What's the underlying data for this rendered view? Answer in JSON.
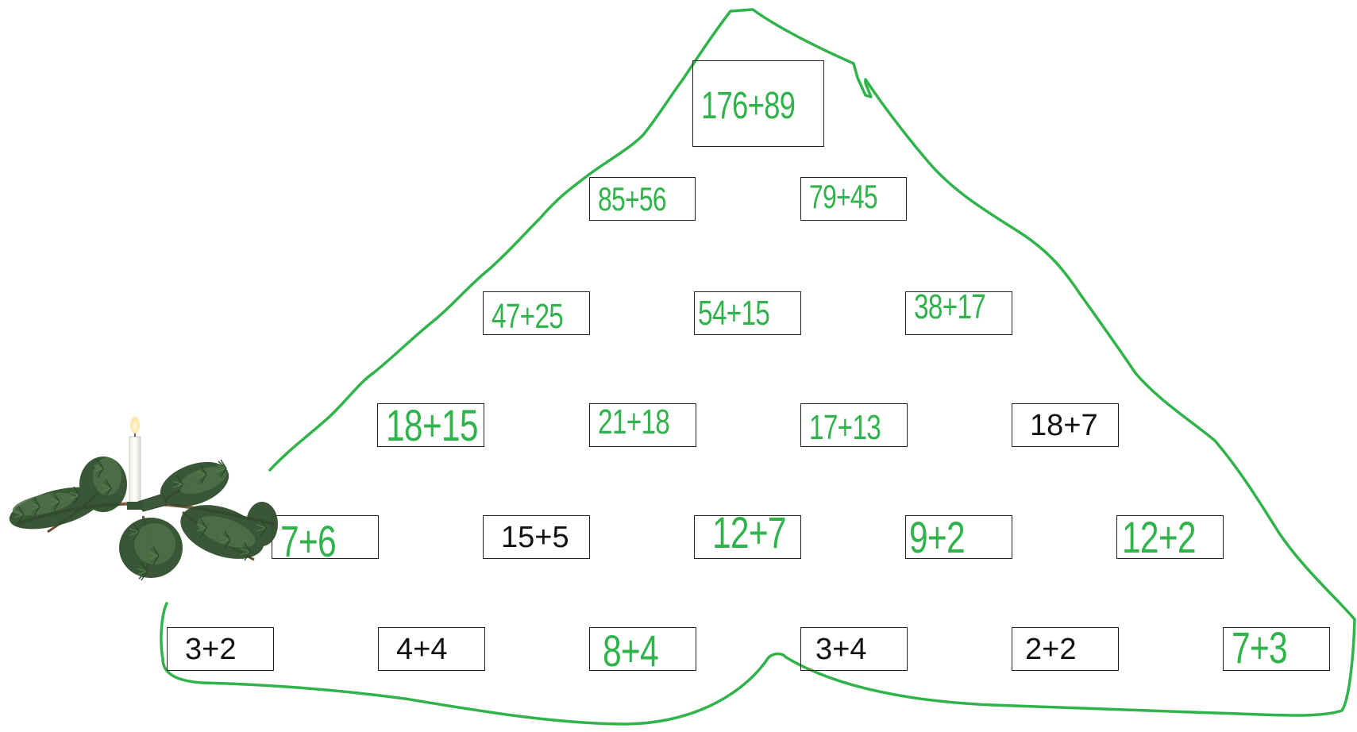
{
  "colors": {
    "green": "#2fb34a",
    "black": "#111111",
    "box_border": "#222222",
    "needle_dark": "#2e4a2c",
    "needle_light": "#5d7a55"
  },
  "decoration": {
    "icon": "candle-on-fir-branch-icon"
  },
  "boxes": [
    {
      "row": 1,
      "text": "176+89",
      "color": "green"
    },
    {
      "row": 2,
      "text": "85+56",
      "color": "green"
    },
    {
      "row": 2,
      "text": "79+45",
      "color": "green"
    },
    {
      "row": 3,
      "text": "47+25",
      "color": "green"
    },
    {
      "row": 3,
      "text": "54+15",
      "color": "green"
    },
    {
      "row": 3,
      "text": "38+17",
      "color": "green"
    },
    {
      "row": 4,
      "text": "18+15",
      "color": "green"
    },
    {
      "row": 4,
      "text": "21+18",
      "color": "green"
    },
    {
      "row": 4,
      "text": "17+13",
      "color": "green"
    },
    {
      "row": 4,
      "text": "18+7",
      "color": "black"
    },
    {
      "row": 5,
      "text": "7+6",
      "color": "green"
    },
    {
      "row": 5,
      "text": "15+5",
      "color": "black"
    },
    {
      "row": 5,
      "text": "12+7",
      "color": "green"
    },
    {
      "row": 5,
      "text": "9+2",
      "color": "green"
    },
    {
      "row": 5,
      "text": "12+2",
      "color": "green"
    },
    {
      "row": 6,
      "text": "3+2",
      "color": "black"
    },
    {
      "row": 6,
      "text": "4+4",
      "color": "black"
    },
    {
      "row": 6,
      "text": "8+4",
      "color": "green"
    },
    {
      "row": 6,
      "text": "3+4",
      "color": "black"
    },
    {
      "row": 6,
      "text": "2+2",
      "color": "black"
    },
    {
      "row": 6,
      "text": "7+3",
      "color": "green"
    }
  ]
}
